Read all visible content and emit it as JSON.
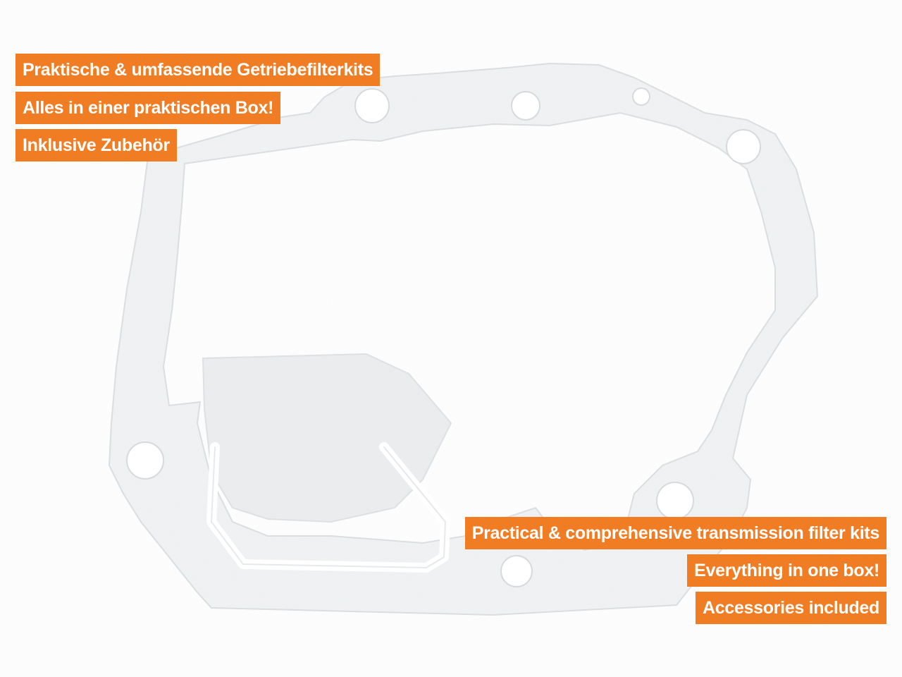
{
  "colors": {
    "badge_bg": "#f07d23",
    "badge_text": "#ffffff",
    "gasket_fill": "#f1f3f4",
    "gasket_edge": "#dfe3e6",
    "background": "#ffffff"
  },
  "product": {
    "image_subject": "transmission gasket"
  },
  "badges_de": [
    "Praktische & umfassende Getriebefilterkits",
    "Alles in einer praktischen Box!",
    "Inklusive Zubehör"
  ],
  "badges_en": [
    "Practical & comprehensive transmission filter kits",
    "Everything in one box!",
    "Accessories included"
  ]
}
